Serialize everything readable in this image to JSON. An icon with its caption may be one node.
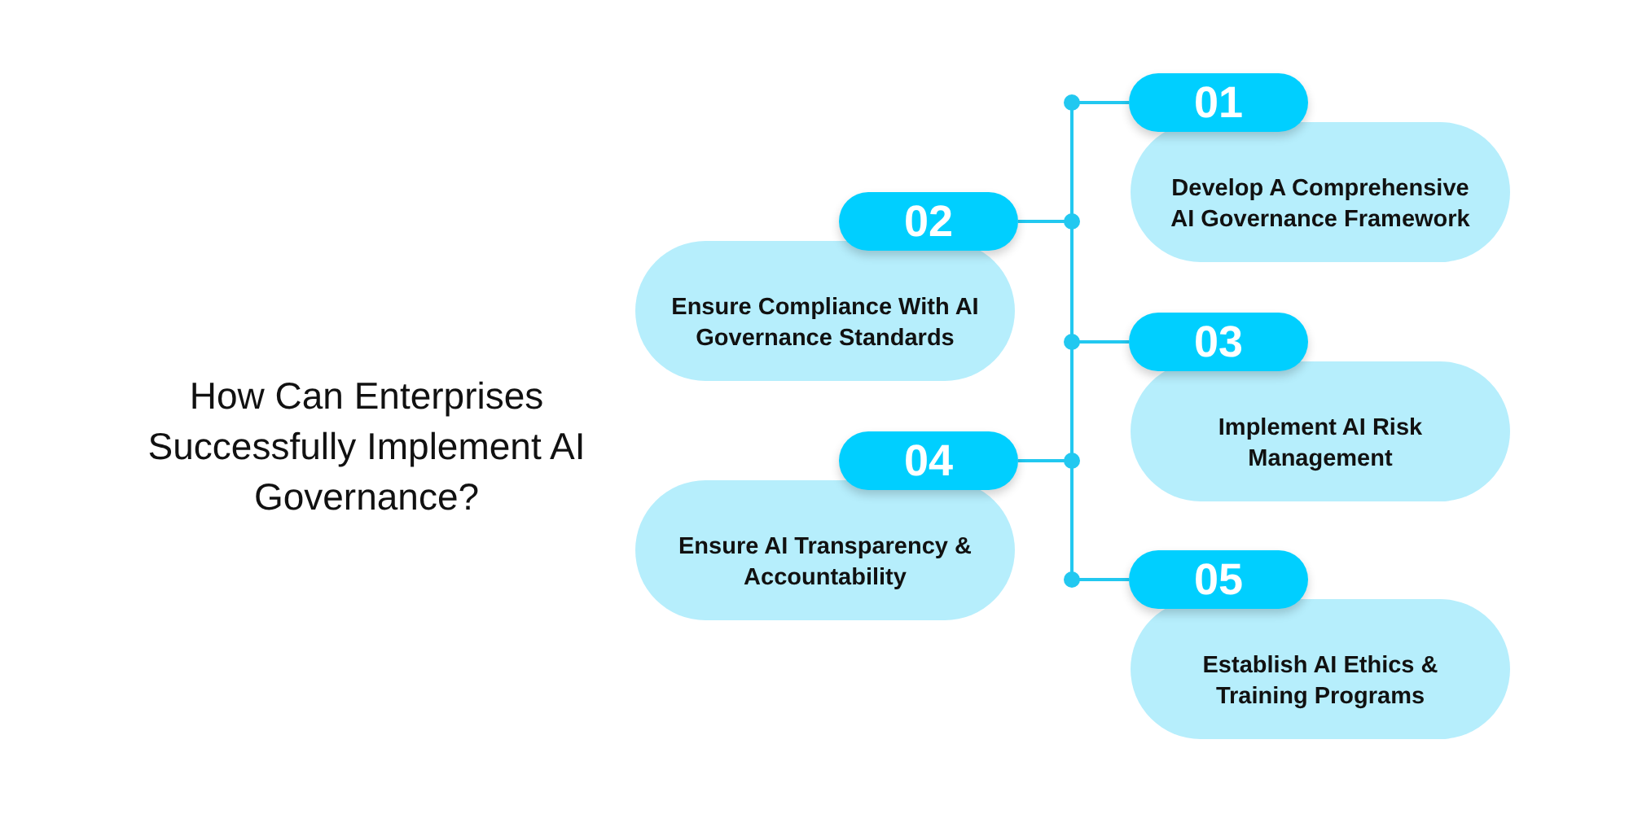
{
  "diagram": {
    "title": "How Can Enterprises Successfully Implement AI Governance?",
    "nodes": [
      {
        "text": [
          "01"
        ]
      },
      {
        "text": [
          "Develop A Comprehensive AI Governance Framework"
        ]
      },
      {
        "text": [
          "02"
        ]
      },
      {
        "text": [
          "Ensure Compliance With AI Governance Standards"
        ]
      },
      {
        "text": [
          "03"
        ]
      },
      {
        "text": [
          "Implement AI Risk Management"
        ]
      },
      {
        "text": [
          "04"
        ]
      },
      {
        "text": [
          "Ensure AI Transparency & Accountability"
        ]
      },
      {
        "text": [
          "05"
        ]
      },
      {
        "text": [
          "Establish AI Ethics & Training Programs"
        ]
      }
    ],
    "edges": [
      {
        "from": 0,
        "to": 2,
        "arrow": "none"
      },
      {
        "from": 2,
        "to": 4,
        "arrow": "none"
      },
      {
        "from": 4,
        "to": 6,
        "arrow": "none"
      },
      {
        "from": 6,
        "to": 8,
        "arrow": "none"
      }
    ]
  }
}
